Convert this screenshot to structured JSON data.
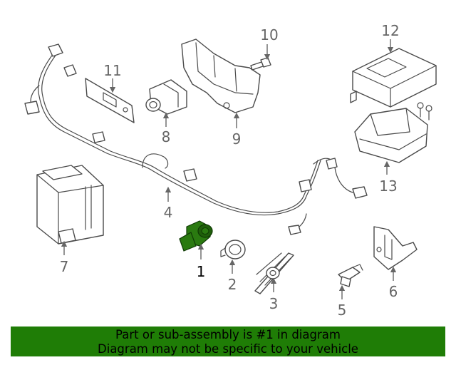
{
  "diagram": {
    "callouts": [
      "1",
      "2",
      "3",
      "4",
      "5",
      "6",
      "7",
      "8",
      "9",
      "10",
      "11",
      "12",
      "13"
    ],
    "highlighted_part": "1",
    "highlight_color": "#2a7a10",
    "line_color": "#4a4a4a"
  },
  "banner": {
    "line1": "Part or sub-assembly is #1 in diagram",
    "line2": "Diagram may not be specific to your vehicle",
    "background": "#1f7d06"
  }
}
